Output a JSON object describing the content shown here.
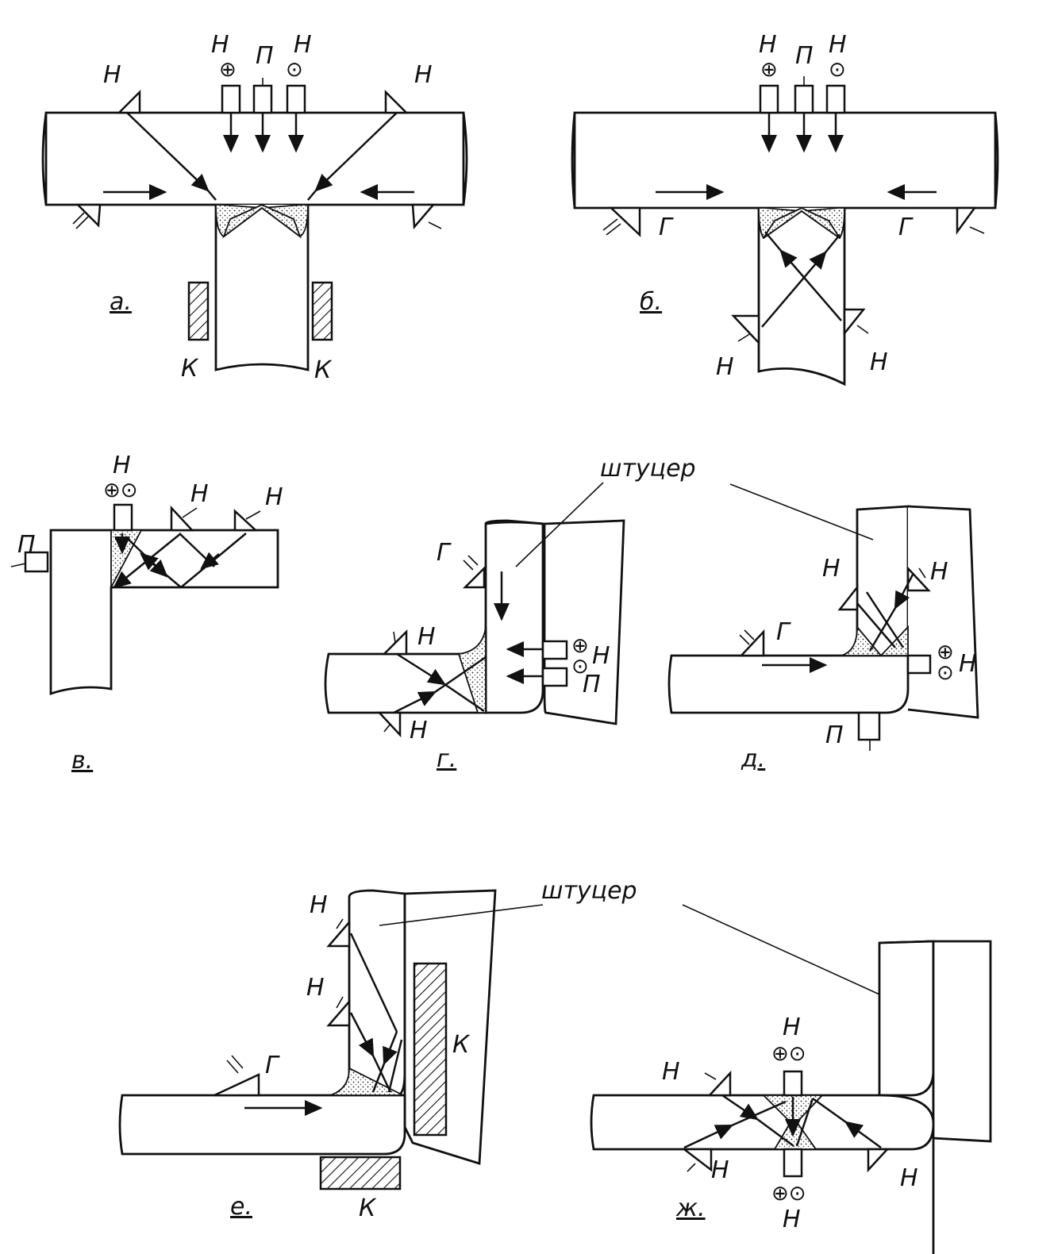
{
  "figures": {
    "a": {
      "caption": "а.",
      "probe_top_left": "Н",
      "probe_top_right": "Н",
      "normal_probe_1": "Н",
      "normal_probe_1_symbol": "⊕",
      "parallel_probe": "П",
      "normal_probe_2": "Н",
      "normal_probe_2_symbol": "⊙",
      "contact_left": "К",
      "contact_right": "К"
    },
    "b": {
      "caption": "б.",
      "normal_probe_1": "Н",
      "normal_probe_1_symbol": "⊕",
      "parallel_probe": "П",
      "normal_probe_2": "Н",
      "normal_probe_2_symbol": "⊙",
      "horizontal_left": "Г",
      "horizontal_right": "Г",
      "bottom_left": "Н",
      "bottom_right": "Н"
    },
    "v": {
      "caption": "в.",
      "top_probe": "Н",
      "top_probe_symbols": "⊕⊙",
      "angle_probe_1": "Н",
      "angle_probe_2": "Н",
      "side_probe": "П"
    },
    "g": {
      "caption": "г.",
      "horizontal": "Г",
      "top_probe": "Н",
      "bottom_probe": "Н",
      "normal_symbols": "⊕\n⊙",
      "normal_probe": "Н",
      "parallel_probe": "П"
    },
    "d": {
      "caption": "д.",
      "left_probe": "Н",
      "right_probe": "Н",
      "horizontal": "Г",
      "normal_symbols": "⊕\n⊙",
      "normal_probe": "Н",
      "parallel_probe": "П"
    },
    "e": {
      "caption": "е.",
      "upper_probe": "Н",
      "lower_probe": "Н",
      "horizontal": "Г",
      "contact_vertical": "К",
      "contact_bottom": "К"
    },
    "zh": {
      "caption": "ж.",
      "top_label": "Н",
      "top_symbols": "⊕⊙",
      "left_top_probe": "Н",
      "left_bottom_probe": "Н",
      "right_bottom_probe": "Н",
      "bottom_symbols": "⊕⊙",
      "bottom_label": "Н"
    }
  },
  "shtutser_label_1": "штуцер",
  "shtutser_label_2": "штуцер"
}
